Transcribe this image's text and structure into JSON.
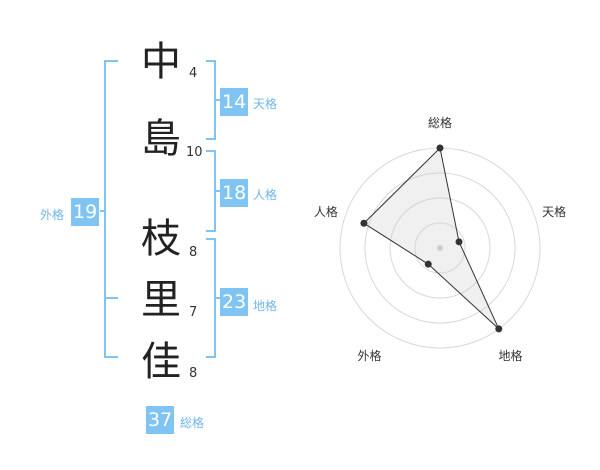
{
  "name": {
    "chars": [
      {
        "char": "中",
        "strokes": "4"
      },
      {
        "char": "島",
        "strokes": "10"
      },
      {
        "char": "枝",
        "strokes": "8"
      },
      {
        "char": "里",
        "strokes": "7"
      },
      {
        "char": "佳",
        "strokes": "8"
      }
    ]
  },
  "kaku": {
    "tenkaku": {
      "label": "天格",
      "value": "14"
    },
    "jinkaku": {
      "label": "人格",
      "value": "18"
    },
    "chikaku": {
      "label": "地格",
      "value": "23"
    },
    "gaikaku": {
      "label": "外格",
      "value": "19"
    },
    "soukaku": {
      "label": "総格",
      "value": "37"
    }
  },
  "colors": {
    "accent": "#7fc4f2",
    "label": "#6fb6e8",
    "ink": "#222222"
  },
  "chart_data": {
    "type": "radar",
    "axes": [
      "総格",
      "天格",
      "地格",
      "外格",
      "人格"
    ],
    "values": [
      5,
      1,
      5,
      1,
      4
    ],
    "range": [
      0,
      5
    ],
    "rings": 4,
    "grid": true
  }
}
